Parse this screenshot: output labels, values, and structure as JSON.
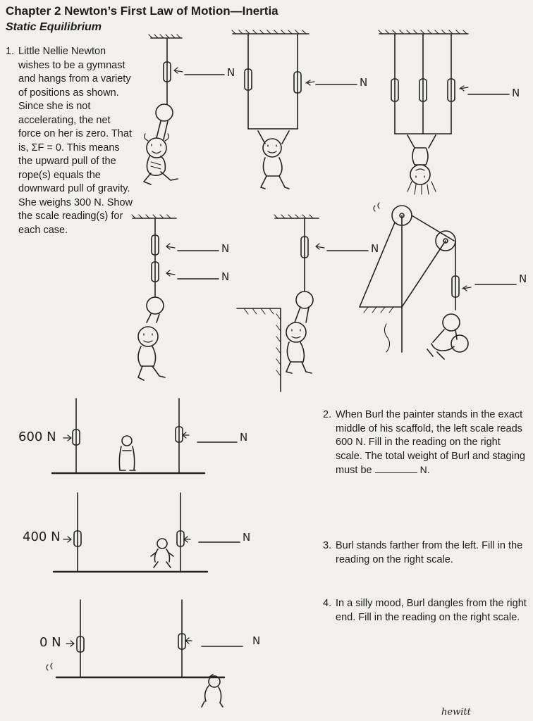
{
  "header": {
    "chapter_title": "Chapter 2  Newton’s First Law of Motion—Inertia",
    "section_title": "Static Equilibrium"
  },
  "question1": {
    "number": "1.",
    "text": "Little Nellie Newton wishes to be a gymnast and hangs from a variety of positions as shown. Since she is not accelerating, the net force on her is zero. That is, ΣF = 0. This means the upward pull of the rope(s) equals the downward pull of gravity. She weighs 300 N. Show the scale reading(s) for each case."
  },
  "question2": {
    "number": "2.",
    "text": "When Burl the painter stands in the exact middle of his scaffold, the left scale reads 600 N. Fill in the reading on the right scale. The total weight of Burl and staging must be",
    "unit": "N."
  },
  "question3": {
    "number": "3.",
    "text": "Burl stands farther from the left. Fill in the reading on the right scale."
  },
  "question4": {
    "number": "4.",
    "text": "In a silly mood, Burl dangles from the right end. Fill in the reading on the right scale."
  },
  "blank_unit": "N",
  "scaffold_left_readings": [
    "600 N",
    "400 N",
    "0 N"
  ],
  "signature": "hewitt"
}
